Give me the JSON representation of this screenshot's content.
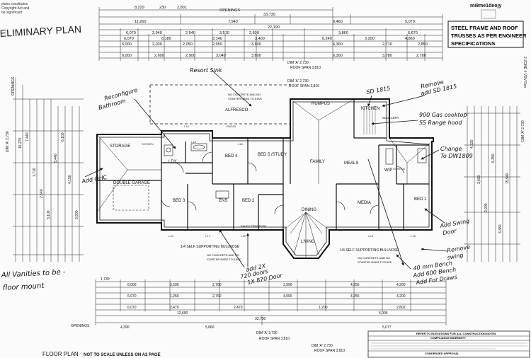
{
  "header": {
    "title_fragment": "ELIMINARY PLAN",
    "top_left_note_1": "plans constitutes",
    "top_left_note_2": "Copyright Act and",
    "top_left_note_3": "be significant",
    "top_right_code": "mi9me1deojy"
  },
  "steel_box": {
    "line1": "STEEL FRAME AND ROOF",
    "line2": "TRUSSES AS PER ENGINEER",
    "line3": "SPECIFICATIONS"
  },
  "dimension_labels": {
    "openings": "OPENINGS",
    "overall": "33,730",
    "top_row": [
      "11,260",
      "7,940",
      "9,460",
      "5,070"
    ],
    "second_row": [
      "22,190"
    ],
    "bottom_overall": "33,730",
    "bottom_row": [
      "12,690",
      "5,905"
    ],
    "dim_a": "DIM 'A' 2,730",
    "roof_span": "ROOF SPAN 3,810"
  },
  "rooms": {
    "alfresco": "ALFRESCO",
    "rumpus": "RUMPUS",
    "kitchen": "KITCHEN",
    "storage": "STORAGE",
    "ldy": "LDY",
    "bed4": "BED 4",
    "bed5": "BED 5 /STUDY",
    "family": "FAMILY",
    "meals": "MEALS",
    "wip": "WIP",
    "double_garage": "DOUBLE GARAGE",
    "bed3": "BED 3",
    "bed2": "BED 2",
    "dining": "DINING",
    "media": "MEDIA",
    "bed1": "BED 1",
    "living": "LIVING",
    "ens": "ENS",
    "scullery": "SCULLERY"
  },
  "notes": {
    "bullnose_left": "1/4 SELF SUPPORTING BULLNOSE",
    "bullnose_right": "1/4 SELF SUPPORTING BULLNOSE",
    "concrete_1": "NO CONCRETE AND NO",
    "concrete_2": "STARTER BARS TO EAVE",
    "eaves_spreader": "EAVES SPREADER",
    "bottom_left": "FLOOR PLAN",
    "bottom_left_sub": "NOT TO SCALE UNLESS ON A2 PAGE",
    "compliance_title": "REFER TO ELEVATIONS FOR ALL CONSTRUCTION NOTES",
    "compliance_sub": "COMPLIANCE INDEMNITY",
    "condenser_approval": "CONDENSED APPROVAL"
  },
  "handwritten": {
    "reconfigure": "Reconfigure",
    "bathroom": "Bathroom",
    "resort_sink": "Resort Sink",
    "remove": "Remove",
    "add_sd": "add SD 1815",
    "sd_1815": "SD 1815",
    "gas_cooktop": "900 Gas cooktop",
    "ss_range_hood": "SS Range hood",
    "change": "Change",
    "to_dw": "To DW1809",
    "add_ohc": "Add OHC",
    "add_swing": "Add Swing",
    "door": "Door",
    "remove_swing": "Remove",
    "swing_label": "swing",
    "add_2x": "add 2X",
    "doors_720": "720 doors",
    "door_870": "1X 870 Door",
    "bench_40mm": "40 mm Bench",
    "add_600": "Add 600 Bench",
    "add_drawers": "Add For Draws",
    "vanities_1": "All Vanities to be -",
    "vanities_2": "floor mount"
  }
}
